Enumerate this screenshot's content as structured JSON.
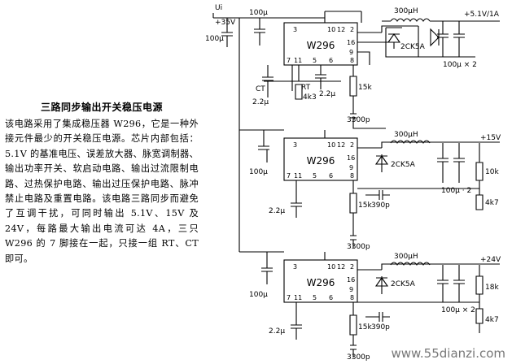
{
  "article": {
    "heading": "三路同步输出开关稳压电源",
    "body": "该电路采用了集成稳压器 W296，它是一种外接元件最少的开关稳压电源。芯片内部包括：5.1V 的基准电压、误差放大器、脉宽调制器、输出功率开关、软启动电路、输出过流限制电路、过热保护电路、输出过压保护电路、脉冲禁止电路及重置电路。该电路三路同步而避免了互调干扰，可同时输出 5.1V、15V 及 24V，每路最大输出电流可达 4A，三只 W296 的 7 脚接在一起，只接一组 RT、CT 即可。"
  },
  "circuit": {
    "input": {
      "label": "Ui",
      "voltage": "+35V"
    },
    "stages": [
      {
        "chip": "W296",
        "pins_top": [
          "3",
          "10",
          "12",
          "2"
        ],
        "pins_bottom": [
          "7",
          "11",
          "5",
          "6",
          "8"
        ],
        "pins_right": [
          "16",
          "9"
        ],
        "input_cap": "100μ",
        "bypass_cap": "100μ",
        "inductor": "300μH",
        "diode": "2CK5A",
        "output_cap": "100μ × 2",
        "output": "+5.1V/1A",
        "timing_cap": "CT",
        "timing_cap_value": "2.2μ",
        "timing_res": "RT",
        "timing_res_value": "4k3",
        "softstart_cap": "2.2μ",
        "comp_res": "15k",
        "comp_cap": "3300p"
      },
      {
        "chip": "W296",
        "pins_top": [
          "3",
          "10",
          "12",
          "2"
        ],
        "pins_bottom": [
          "7",
          "11",
          "5",
          "6",
          "8"
        ],
        "pins_right": [
          "16",
          "9"
        ],
        "input_cap": "100μ",
        "inductor": "300μH",
        "diode": "2CK5A",
        "output_cap": "100μ · 2",
        "output": "+15V",
        "divider_top": "10k",
        "divider_bottom": "4k7",
        "softstart_cap": "2.2μ",
        "comp_res": "15k",
        "pin_cap": "390p",
        "comp_cap": "3300p"
      },
      {
        "chip": "W296",
        "pins_top": [
          "3",
          "10",
          "12",
          "2"
        ],
        "pins_bottom": [
          "7",
          "11",
          "5",
          "6",
          "8"
        ],
        "pins_right": [
          "16",
          "9"
        ],
        "input_cap": "100μ",
        "inductor": "300μH",
        "diode": "2CK5A",
        "output_cap": "100μ × 2",
        "output": "+24V",
        "divider_top": "18k",
        "divider_bottom": "4k7",
        "softstart_cap": "2.2μ",
        "comp_res": "15k",
        "pin_cap": "390p",
        "comp_cap": "3300p"
      }
    ]
  },
  "watermark": "www.55dianzi.com"
}
